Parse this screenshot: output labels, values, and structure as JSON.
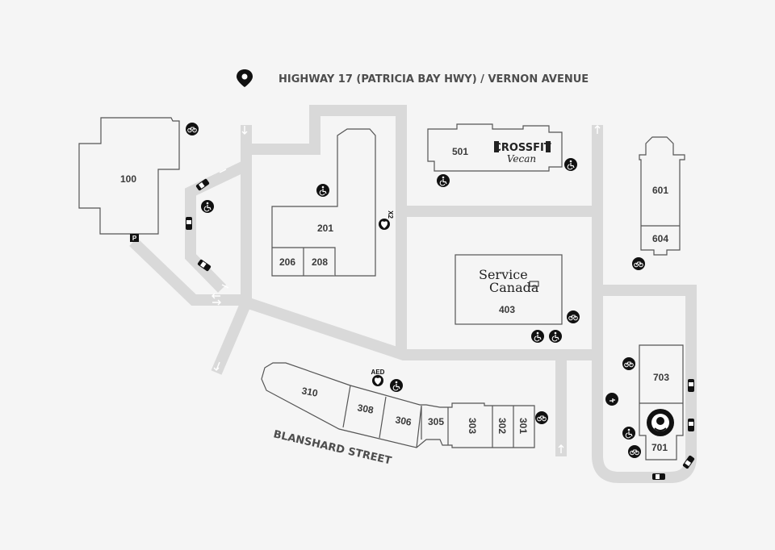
{
  "highway_label": "HIGHWAY 17 (PATRICIA BAY HWY) / VERNON AVENUE",
  "street_label": "BLANSHARD STREET",
  "units": {
    "u100": "100",
    "u201": "201",
    "u206": "206",
    "u208": "208",
    "u310": "310",
    "u308": "308",
    "u306": "306",
    "u305": "305",
    "u303": "303",
    "u302": "302",
    "u301": "301",
    "u403": "403",
    "u501": "501",
    "u601": "601",
    "u604": "604",
    "u701": "701",
    "u703": "703"
  },
  "tenants": {
    "crossfit_top": "CROSSFIT",
    "crossfit_script": "Vecan",
    "service_line1": "Service",
    "service_line2": "Canada"
  },
  "aed_label": "AED",
  "aed_count": "X2",
  "parking_sign": "P",
  "icons": [
    "location-pin-icon",
    "bike-icon",
    "wheelchair-icon",
    "car-icon",
    "aed-icon",
    "ev-charger-icon",
    "parking-sign-icon",
    "starbucks-logo-icon"
  ],
  "colors": {
    "background": "#f5f5f5",
    "road": "#d9d9d9",
    "outline": "#555555",
    "icon": "#111111"
  }
}
